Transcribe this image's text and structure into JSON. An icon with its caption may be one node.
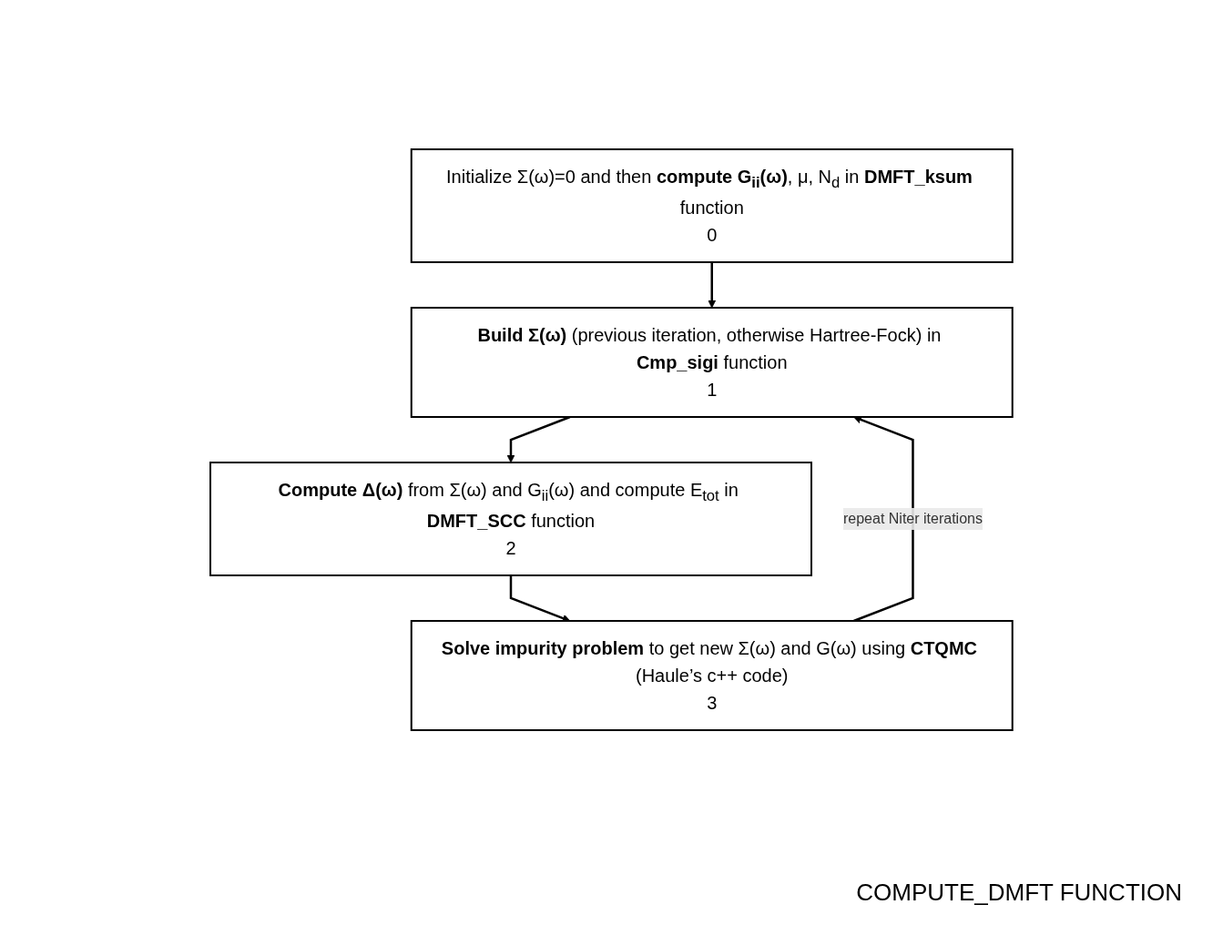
{
  "diagram": {
    "caption": "COMPUTE_DMFT FUNCTION",
    "nodes": [
      {
        "text": [
          "Initialize Σ(ω)=0 and then **compute G$_{ii}$(ω)**, μ, N$_{d}$ in **DMFT_ksum** function",
          "0"
        ]
      },
      {
        "text": [
          "**Build Σ(ω)** (previous iteration, otherwise Hartree-Fock) in **Cmp_sigi** function",
          "1"
        ]
      },
      {
        "text": [
          "**Compute Δ(ω)** from Σ(ω) and G$_{ii}$(ω) and compute E$_{tot}$ in **DMFT_SCC** function",
          "2"
        ]
      },
      {
        "text": [
          "**Solve impurity problem** to get new Σ(ω) and G(ω) using **CTQMC** (Haule’s c++ code)",
          "3"
        ]
      }
    ],
    "edges": [
      {
        "from": 0,
        "to": 1,
        "arrow": "to"
      },
      {
        "from": 1,
        "to": 2,
        "arrow": "to"
      },
      {
        "from": 2,
        "to": 3,
        "arrow": "to"
      },
      {
        "from": 3,
        "to": 1,
        "arrow": "to",
        "label": "repeat Niter iterations"
      }
    ]
  }
}
